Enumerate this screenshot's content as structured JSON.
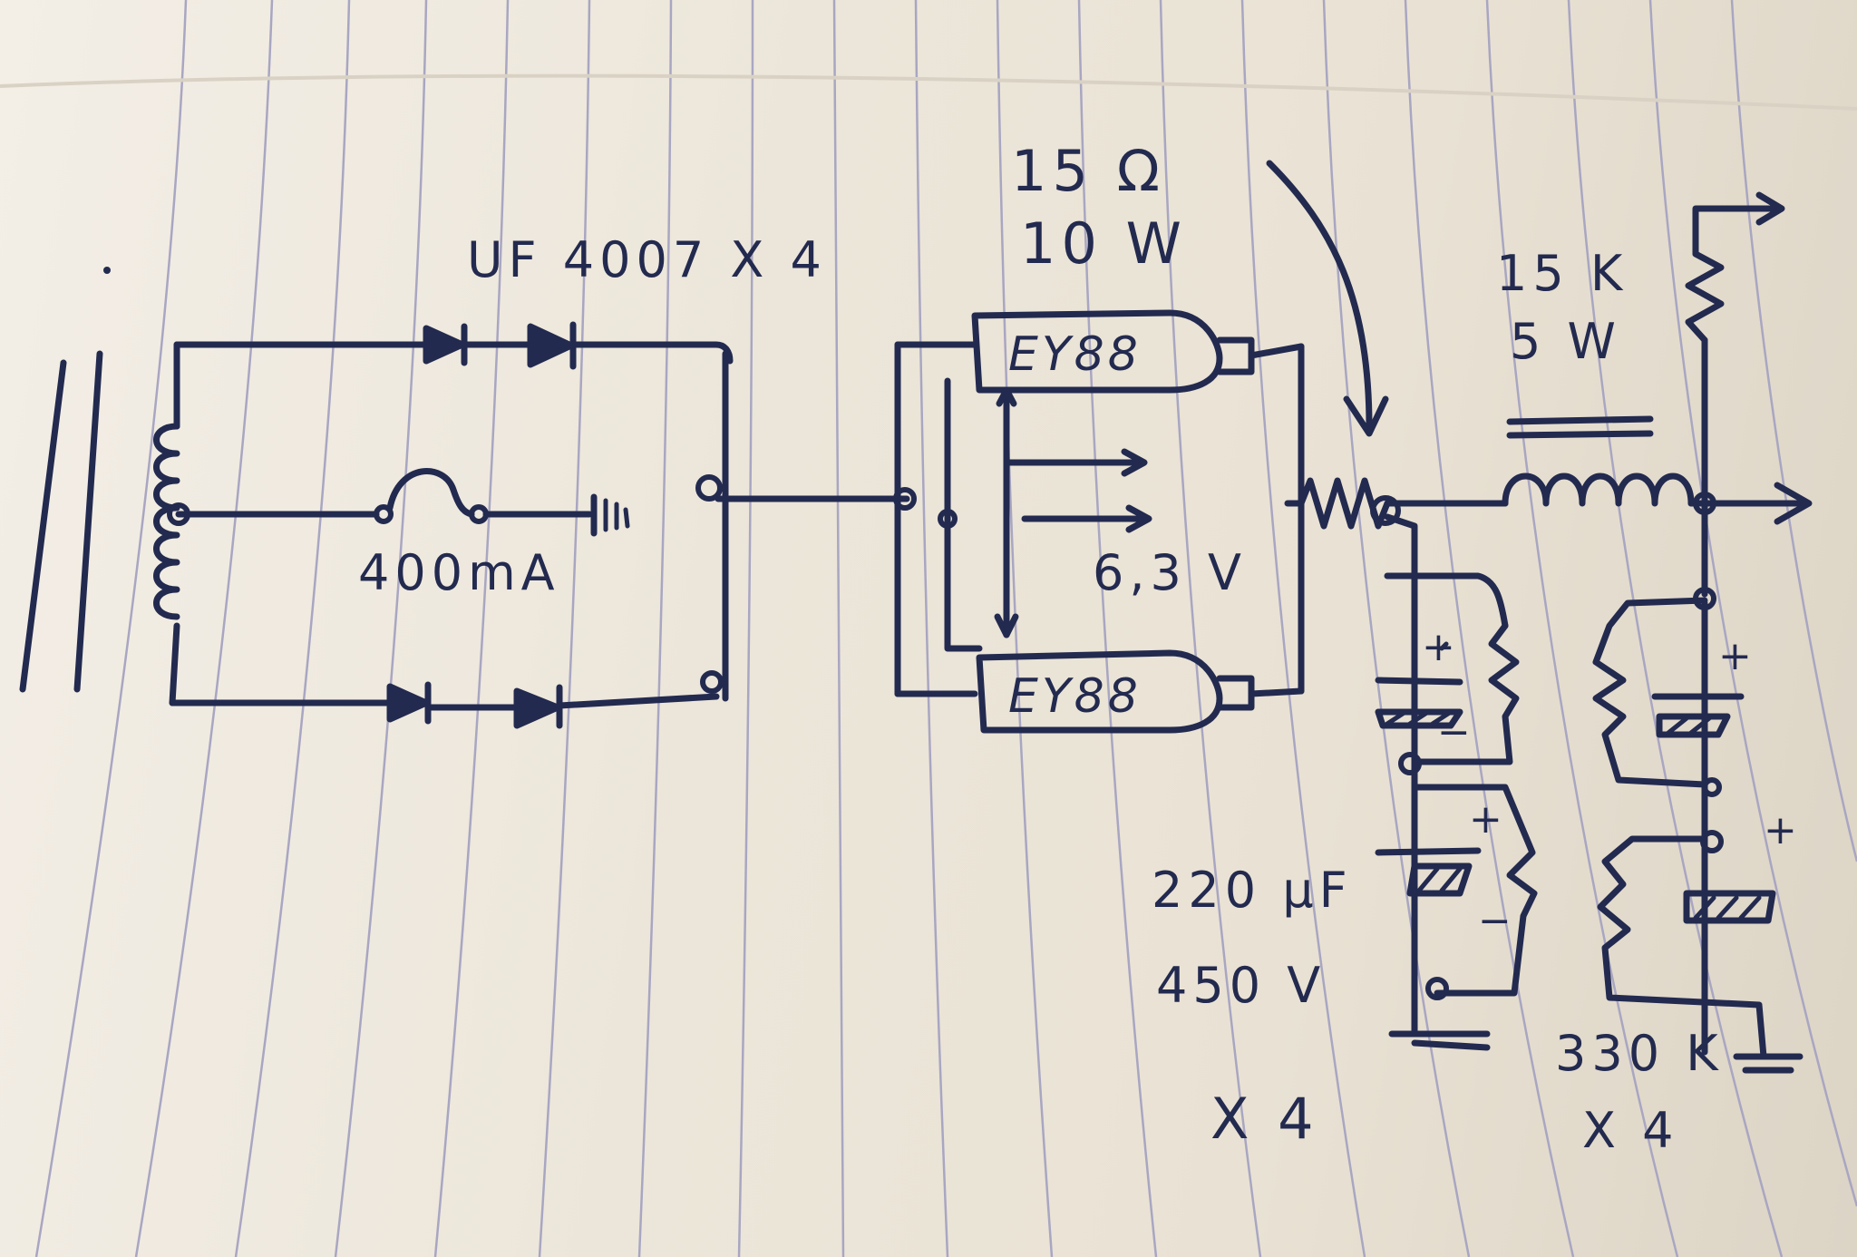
{
  "labels": {
    "diodes": "UF 4007 X 4",
    "fuse": "400mA",
    "resistor_15ohm_value": "15 Ω",
    "resistor_15ohm_power": "10 W",
    "heater_voltage": "6,3 V",
    "tube_top": "EY88",
    "tube_bottom": "EY88",
    "resistor_15k_value": "15 K",
    "resistor_15k_power": "5 W",
    "cap_value": "220 µF",
    "cap_voltage": "450 V",
    "cap_count": "X 4",
    "bleeder_value": "330 K",
    "bleeder_count": "X 4",
    "plus": "+",
    "minus": "−"
  },
  "colors": {
    "ink": "#232a4f",
    "paper": "#f1ece3",
    "rule_line": "#a9a6c2"
  }
}
